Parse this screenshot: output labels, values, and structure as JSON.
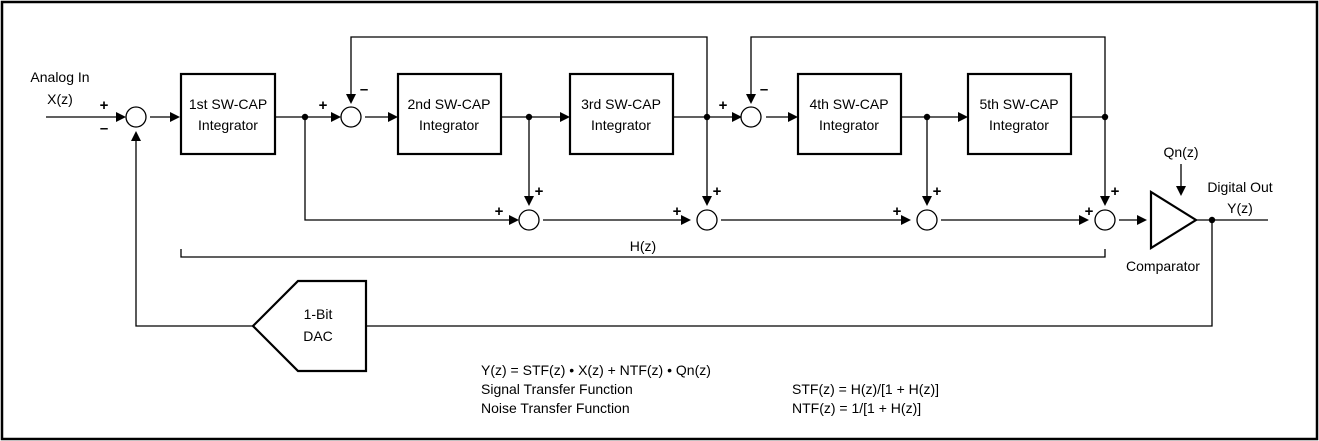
{
  "input": {
    "label_line1": "Analog In",
    "label_line2": "X(z)"
  },
  "output": {
    "label_line1": "Digital Out",
    "label_line2": "Y(z)"
  },
  "blocks": {
    "int1": {
      "line1": "1st SW-CAP",
      "line2": "Integrator"
    },
    "int2": {
      "line1": "2nd SW-CAP",
      "line2": "Integrator"
    },
    "int3": {
      "line1": "3rd SW-CAP",
      "line2": "Integrator"
    },
    "int4": {
      "line1": "4th SW-CAP",
      "line2": "Integrator"
    },
    "int5": {
      "line1": "5th SW-CAP",
      "line2": "Integrator"
    },
    "dac": {
      "line1": "1-Bit",
      "line2": "DAC"
    }
  },
  "comparator_label": "Comparator",
  "noise_label": "Qn(z)",
  "hz_label": "H(z)",
  "signs": {
    "plus": "+",
    "minus": "–"
  },
  "equations": {
    "main": "Y(z) = STF(z) • X(z) + NTF(z) • Qn(z)",
    "stf_name": "Signal Transfer Function",
    "ntf_name": "Noise Transfer Function",
    "stf_eq": "STF(z) = H(z)/[1 + H(z)]",
    "ntf_eq": "NTF(z) = 1/[1 + H(z)]"
  }
}
